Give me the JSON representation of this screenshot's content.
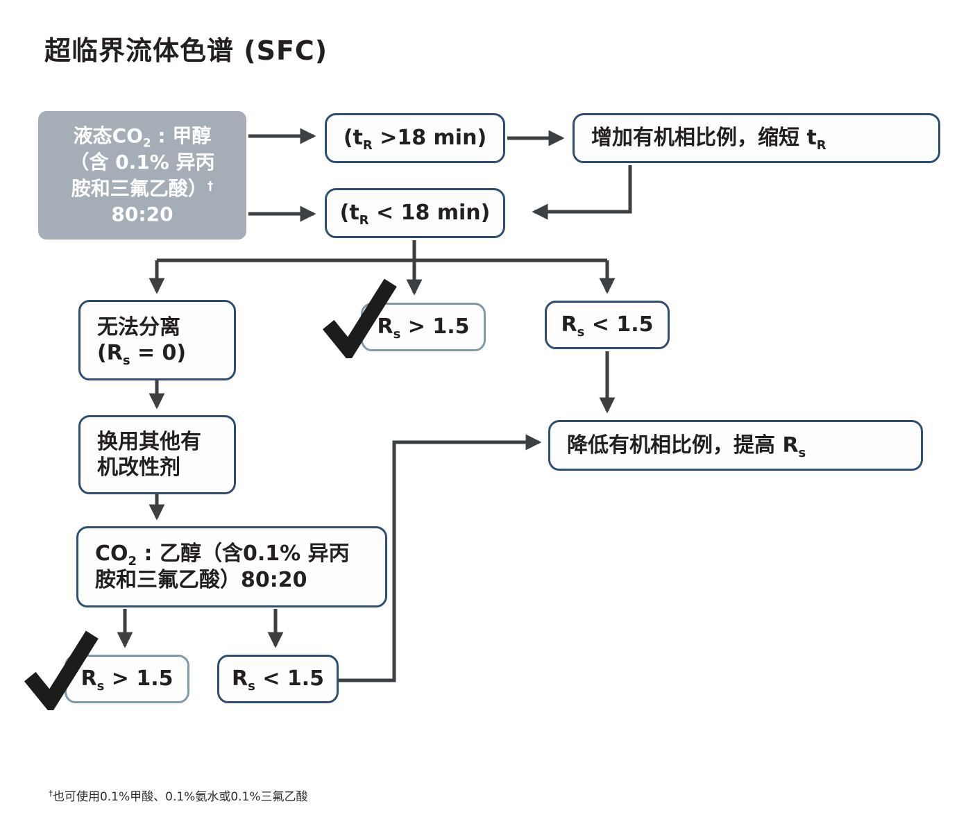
{
  "title": "超临界流体色谱 (SFC)",
  "colors": {
    "dark_border": "#2e4d73",
    "light_border": "#7e99a9",
    "gray_fill": "#a5aeb6",
    "arrow": "#3d4043",
    "text": "#231f20"
  },
  "nodes": {
    "start": {
      "l1_pre": "液态CO",
      "l1_sub": "2",
      "l1_post": " : 甲醇",
      "l2": "（含 0.1% 异丙",
      "l3": "胺和三氟乙酸）",
      "l3_sup": "†",
      "l4": "80:20"
    },
    "tr_gt18": {
      "pre": "(t",
      "sub": "R",
      "post": " >18 min)"
    },
    "increase_organic": {
      "pre": "增加有机相比例，缩短 t",
      "sub": "R"
    },
    "tr_lt18": {
      "pre": "(t",
      "sub": "R",
      "post": " < 18 min)"
    },
    "no_separation": {
      "line1": "无法分离",
      "pre": "(R",
      "sub": "s",
      "post": " = 0)"
    },
    "rs_gt15_mid": {
      "pre": "R",
      "sub": "s",
      "post": " > 1.5"
    },
    "rs_lt15_mid": {
      "pre": "R",
      "sub": "s",
      "post": " < 1.5"
    },
    "switch_modifier": {
      "line1": "换用其他有",
      "line2": "机改性剂"
    },
    "lower_organic": {
      "pre": "降低有机相比例，提高 R",
      "sub": "s"
    },
    "co2_ethanol": {
      "l1_pre": "CO",
      "l1_sub": "2",
      "l1_post": " : 乙醇（含0.1% 异丙",
      "l2": "胺和三氟乙酸）80:20"
    },
    "rs_gt15_bottom": {
      "pre": "R",
      "sub": "s",
      "post": " > 1.5"
    },
    "rs_lt15_bottom": {
      "pre": "R",
      "sub": "s",
      "post": " < 1.5"
    }
  },
  "footnote": {
    "sup": "†",
    "text": "也可使用0.1%甲酸、0.1%氨水或0.1%三氟乙酸"
  }
}
